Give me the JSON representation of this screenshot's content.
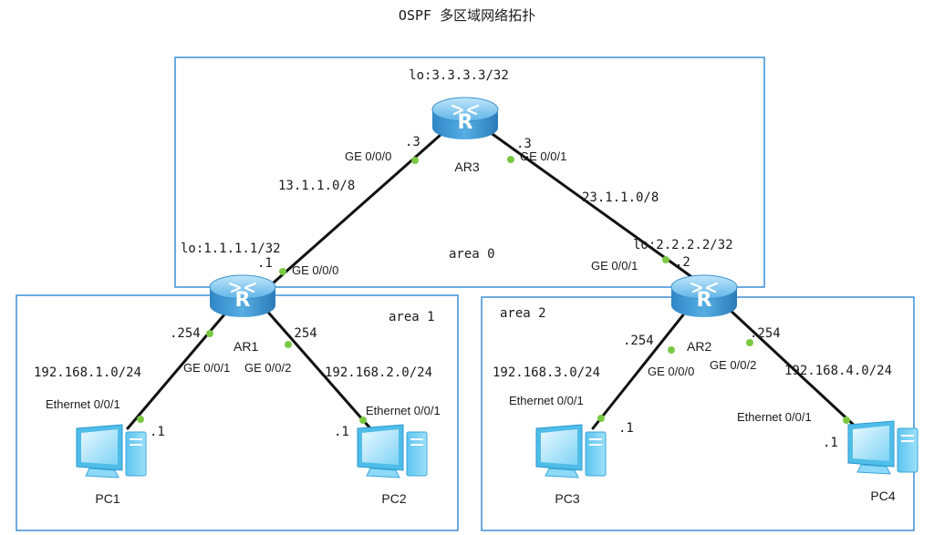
{
  "title": "OSPF 多区域网络拓扑",
  "colors": {
    "area_border": "#3b8fd6",
    "link": "#111111",
    "port_dot": "#7ac943",
    "router_body": "#4aa3df",
    "pc_body": "#6ecff6"
  },
  "areas": {
    "area0": "area 0",
    "area1": "area 1",
    "area2": "area 2"
  },
  "devices": {
    "ar1": {
      "name": "AR1",
      "loopback": "lo:1.1.1.1/32",
      "icon": "router-icon"
    },
    "ar2": {
      "name": "AR2",
      "loopback": "lo:2.2.2.2/32",
      "icon": "router-icon"
    },
    "ar3": {
      "name": "AR3",
      "loopback": "lo:3.3.3.3/32",
      "icon": "router-icon"
    },
    "pc1": {
      "name": "PC1",
      "icon": "pc-icon"
    },
    "pc2": {
      "name": "PC2",
      "icon": "pc-icon"
    },
    "pc3": {
      "name": "PC3",
      "icon": "pc-icon"
    },
    "pc4": {
      "name": "PC4",
      "icon": "pc-icon"
    }
  },
  "links": {
    "ar1_ar3": {
      "network": "13.1.1.0/8",
      "a_port": "GE 0/0/0",
      "a_host": ".1",
      "b_port": "GE 0/0/0",
      "b_host": ".3"
    },
    "ar2_ar3": {
      "network": "23.1.1.0/8",
      "a_port": "GE 0/0/1",
      "a_host": ".2",
      "b_port": "GE 0/0/1",
      "b_host": ".3"
    },
    "ar1_pc1": {
      "network": "192.168.1.0/24",
      "a_port": "GE 0/0/1",
      "a_host": ".254",
      "b_port": "Ethernet 0/0/1",
      "b_host": ".1"
    },
    "ar1_pc2": {
      "network": "192.168.2.0/24",
      "a_port": "GE 0/0/2",
      "a_host": ".254",
      "b_port": "Ethernet 0/0/1",
      "b_host": ".1"
    },
    "ar2_pc3": {
      "network": "192.168.3.0/24",
      "a_port": "GE 0/0/0",
      "a_host": ".254",
      "b_port": "Ethernet 0/0/1",
      "b_host": ".1"
    },
    "ar2_pc4": {
      "network": "192.168.4.0/24",
      "a_port": "GE 0/0/2",
      "a_host": ".254",
      "b_port": "Ethernet 0/0/1",
      "b_host": ".1"
    }
  }
}
